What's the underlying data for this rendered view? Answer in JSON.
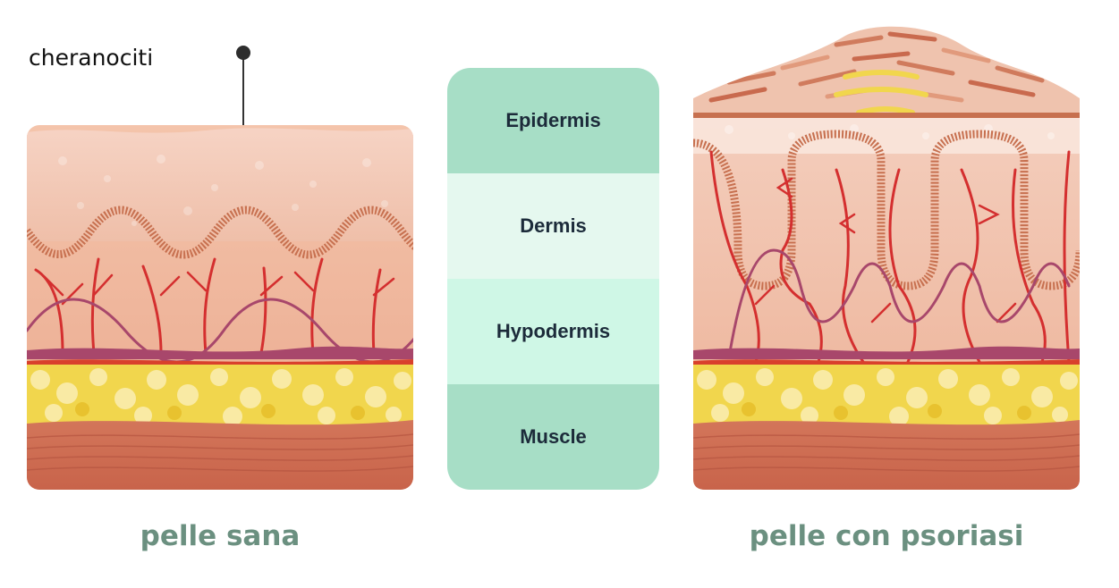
{
  "callout": {
    "label": "cheranociti"
  },
  "legend": {
    "layers": [
      {
        "label": "Epidermis",
        "color": "#a7dec6"
      },
      {
        "label": "Dermis",
        "color": "#e5f8ef"
      },
      {
        "label": "Hypodermis",
        "color": "#cff7e6"
      },
      {
        "label": "Muscle",
        "color": "#a7dec6"
      }
    ]
  },
  "captions": {
    "healthy": "pelle sana",
    "psoriasis": "pelle con psoriasi"
  },
  "colors": {
    "skin_light": "#f4c9b8",
    "skin_dermis": "#f0b9a0",
    "papilla": "#c9704f",
    "vessel_red": "#d42f2f",
    "vessel_purple": "#a8476b",
    "fat_yellow": "#f1d64d",
    "fat_light": "#f9eaa4",
    "muscle": "#c96a4e",
    "caption": "#6b9080"
  }
}
